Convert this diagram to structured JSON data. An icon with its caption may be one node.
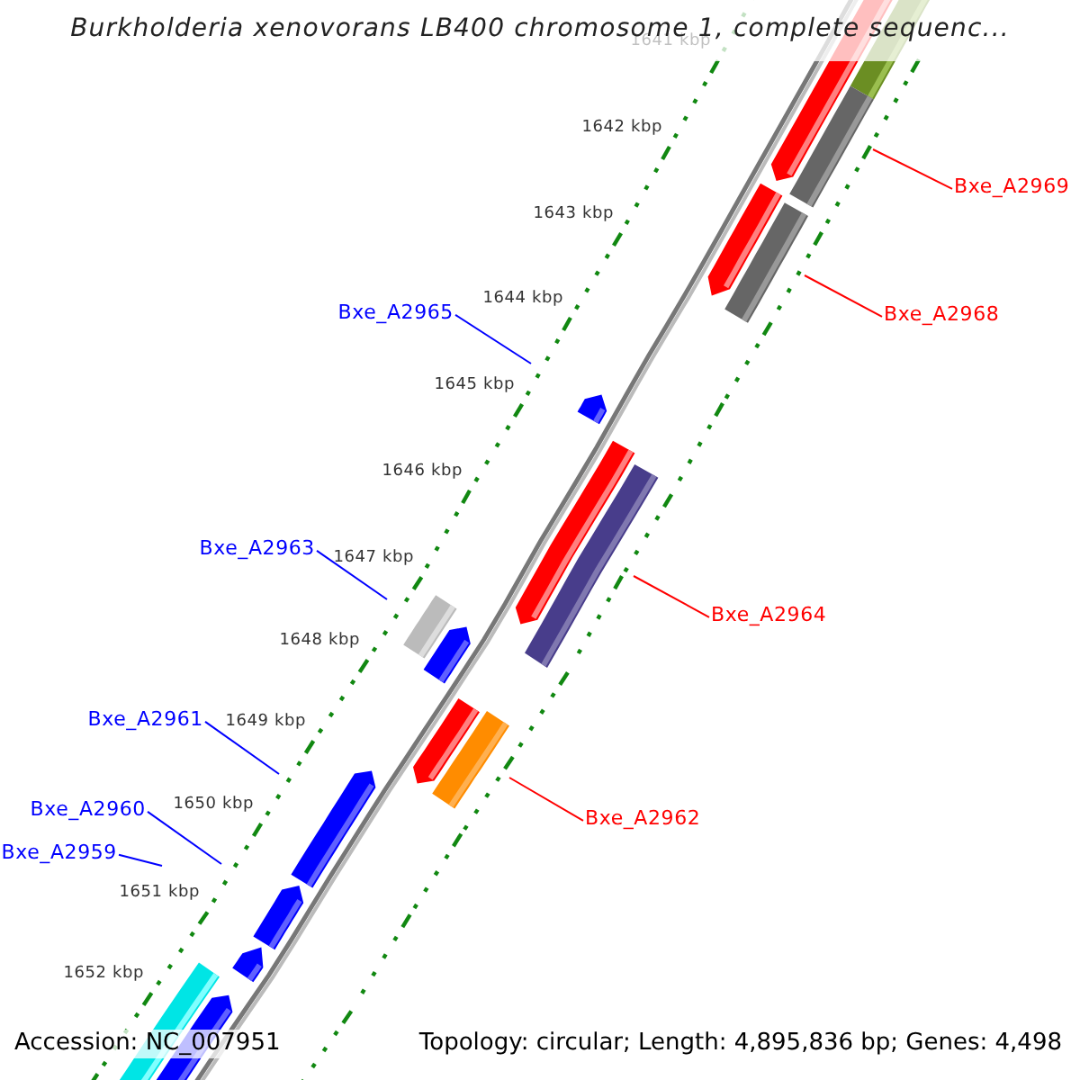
{
  "diagram": {
    "title": "Burkholderia xenovorans LB400 chromosome 1, complete sequenc...",
    "nodes": [
      {
        "text": [
          "Bxe_A2969"
        ]
      },
      {
        "text": [
          "Bxe_A2965"
        ]
      },
      {
        "text": [
          "Bxe_A2968"
        ]
      },
      {
        "text": [
          "Bxe_A2963"
        ]
      },
      {
        "text": [
          "Bxe_A2964"
        ]
      },
      {
        "text": [
          "Bxe_A2961"
        ]
      },
      {
        "text": [
          "Bxe_A2960"
        ]
      },
      {
        "text": [
          "Bxe_A2962"
        ]
      },
      {
        "text": [
          "Bxe_A2959"
        ]
      }
    ],
    "edges": [
      {
        "from": 0,
        "to": null,
        "arrow": "none",
        "color": "#ff0000"
      },
      {
        "from": 1,
        "to": null,
        "arrow": "none"
      },
      {
        "from": 2,
        "to": null,
        "arrow": "none",
        "color": "#ff0000"
      },
      {
        "from": 3,
        "to": null,
        "arrow": "none"
      },
      {
        "from": 4,
        "to": null,
        "arrow": "none",
        "color": "#ff0000"
      },
      {
        "from": 5,
        "to": null,
        "arrow": "none"
      },
      {
        "from": 6,
        "to": null,
        "arrow": "none"
      },
      {
        "from": 7,
        "to": null,
        "arrow": "none",
        "color": "#ff0000"
      },
      {
        "from": 8,
        "to": null,
        "arrow": "none"
      }
    ],
    "labels": [
      "1641 kbp",
      "1642 kbp",
      "1643 kbp",
      "1644 kbp",
      "1645 kbp",
      "1646 kbp",
      "1647 kbp",
      "1648 kbp",
      "1649 kbp",
      "1650 kbp",
      "1651 kbp",
      "1652 kbp",
      "Accession: NC_007951",
      "Topology: circular; Length: 4,895,836 bp; Genes: 4,498"
    ]
  }
}
